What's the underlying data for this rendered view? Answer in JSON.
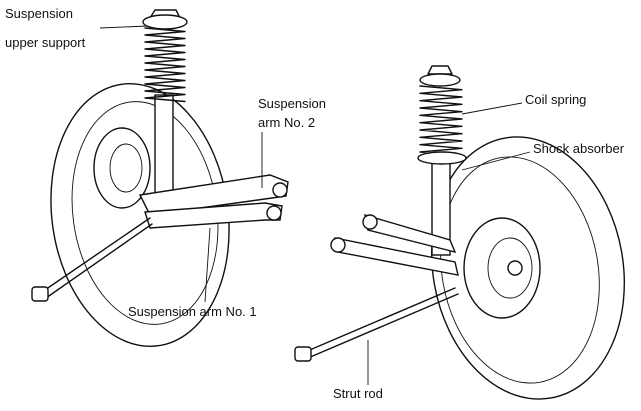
{
  "labels": {
    "upper_support_1": "Suspension",
    "upper_support_2": "upper support",
    "arm2_1": "Suspension",
    "arm2_2": "arm No. 2",
    "coil_spring": "Coil spring",
    "shock_absorber": "Shock absorber",
    "arm1": "Suspension arm No. 1",
    "strut_rod": "Strut rod"
  }
}
